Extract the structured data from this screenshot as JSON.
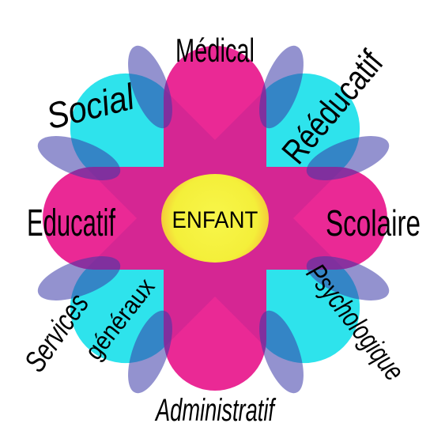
{
  "center": {
    "label": "ENFANT"
  },
  "petals": {
    "medical": "Médical",
    "reeducatif": "Rééducatif",
    "scolaire": "Scolaire",
    "psychologique": "Psychologique",
    "administratif": "Administratif",
    "services_generaux_line1": "Services",
    "services_generaux_line2": "généraux",
    "educatif": "Educatif",
    "social": "Social"
  },
  "colors": {
    "cyan": "#35e6ee",
    "magenta": "#f0148e",
    "purple": "#3b3aa8",
    "center": "#f4f13c",
    "center_edge": "#f7a83c"
  }
}
